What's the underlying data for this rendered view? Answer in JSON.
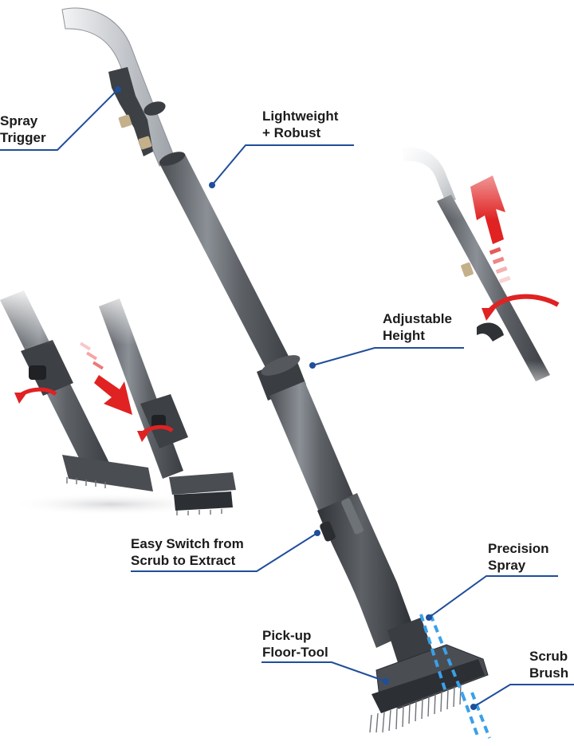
{
  "callouts": {
    "spray_trigger": {
      "line1": "Spray",
      "line2": "Trigger"
    },
    "lightweight": {
      "line1": "Lightweight",
      "line2": "+ Robust"
    },
    "adjustable": {
      "line1": "Adjustable",
      "line2": "Height"
    },
    "easy_switch": {
      "line1": "Easy Switch from",
      "line2": "Scrub to Extract"
    },
    "precision": {
      "line1": "Precision",
      "line2": "Spray"
    },
    "pickup": {
      "line1": "Pick-up",
      "line2": "Floor-Tool"
    },
    "scrub": {
      "line1": "Scrub",
      "line2": "Brush"
    }
  },
  "colors": {
    "leader_line": "#1f4e9a",
    "arrow_red": "#e02222",
    "spray_blue": "#3aa0e8",
    "tool_dark": "#3d4045",
    "tool_mid": "#5f6368",
    "tool_light": "#c9ccd0"
  }
}
